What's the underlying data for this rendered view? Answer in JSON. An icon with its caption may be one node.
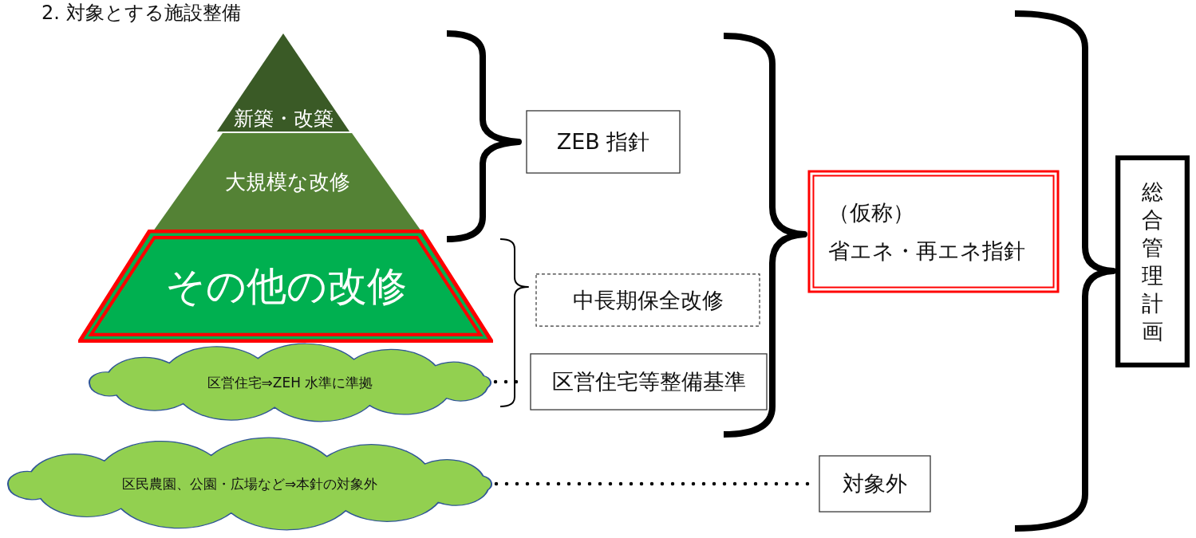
{
  "diagram": {
    "title": "2. 対象とする施設整備",
    "nodes": [
      {
        "text": [
          "新築・改築"
        ]
      },
      {
        "text": [
          "大規模な改修"
        ]
      },
      {
        "text": [
          "その他の改修"
        ]
      },
      {
        "text": [
          "区営住宅⇒ZEH 水準に準拠"
        ]
      },
      {
        "text": [
          "区民農園、公園・広場など⇒本針の対象外"
        ]
      },
      {
        "text": [
          "ZEB 指針"
        ]
      },
      {
        "text": [
          "中長期保全改修"
        ]
      },
      {
        "text": [
          "区営住宅等整備基準"
        ]
      },
      {
        "text": [
          "（仮称）",
          "省エネ・再エネ指針"
        ]
      },
      {
        "text": [
          "対象外"
        ]
      },
      {
        "text": [
          "総合管理計画"
        ]
      }
    ],
    "edges": [
      {
        "from": 3,
        "to": 7,
        "arrow": "none",
        "style": "dashed"
      },
      {
        "from": 4,
        "to": 9,
        "arrow": "none",
        "style": "dashed"
      }
    ]
  }
}
